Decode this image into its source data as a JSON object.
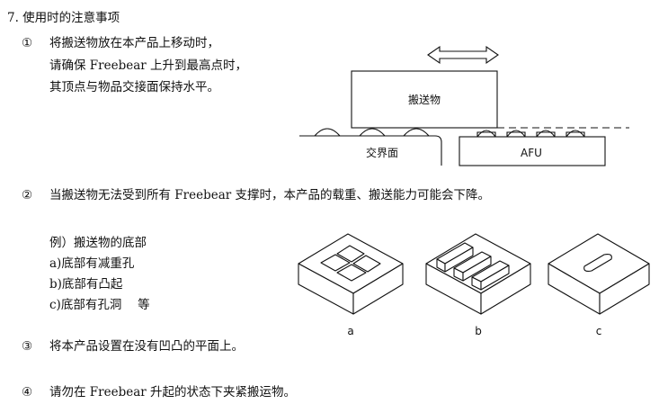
{
  "section": {
    "title": "7. 使用时的注意事项"
  },
  "items": [
    {
      "marker": "①",
      "lines": [
        "将搬送物放在本产品上移动时，",
        "请确保 Freebear 上升到最高点时，",
        "其顶点与物品交接面保持水平。"
      ]
    },
    {
      "marker": "②",
      "lines": [
        "当搬送物无法受到所有 Freebear 支撑时，本产品的载重、搬送能力可能会下降。"
      ]
    },
    {
      "marker": "③",
      "lines": [
        "将本产品设置在没有凹凸的平面上。"
      ]
    },
    {
      "marker": "④",
      "lines": [
        "请勿在 Freebear 升起的状态下夹紧搬运物。"
      ]
    }
  ],
  "example": {
    "heading": "例）搬送物的底部",
    "lines": [
      "a)底部有减重孔",
      "b)底部有凸起",
      "c)底部有孔洞　 等"
    ]
  },
  "diagram1": {
    "load_label": "搬送物",
    "interface_label": "交界面",
    "afu_label": "AFU"
  },
  "diagram2": {
    "labels": [
      "a",
      "b",
      "c"
    ]
  }
}
